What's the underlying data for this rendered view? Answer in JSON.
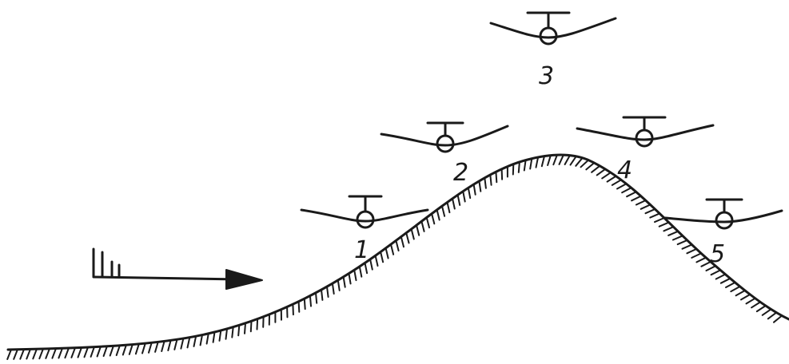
{
  "diagram": {
    "ink_color": "#1a1a1a",
    "background": "#ffffff",
    "wind_symbol": "wind-barb-icon",
    "aircraft": [
      {
        "label": "1"
      },
      {
        "label": "2"
      },
      {
        "label": "3"
      },
      {
        "label": "4"
      },
      {
        "label": "5"
      }
    ]
  }
}
